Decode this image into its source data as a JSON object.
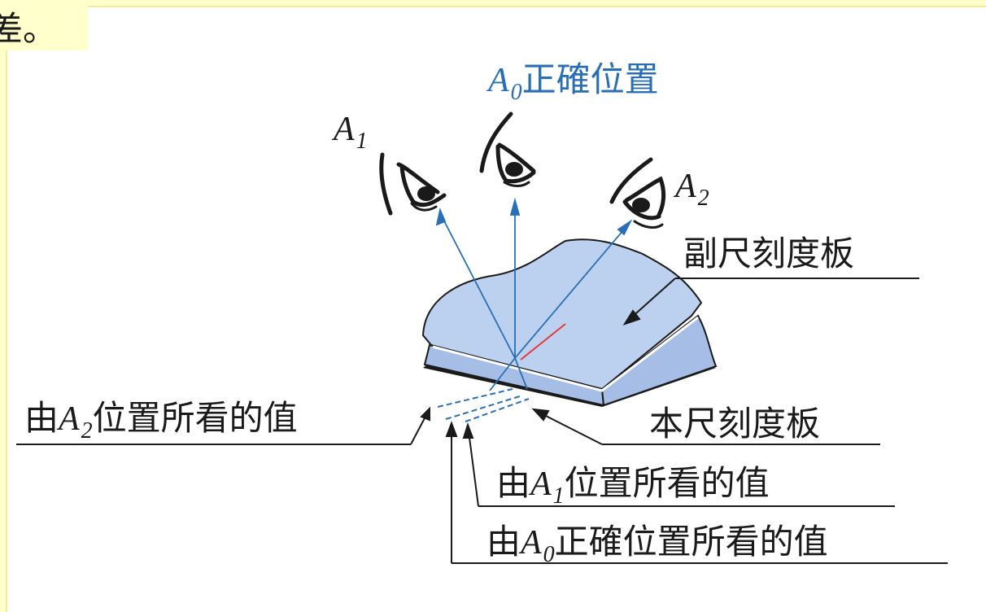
{
  "header": {
    "caption_fragment": "差。"
  },
  "eyes": {
    "a1": {
      "letter": "A",
      "sub": "1"
    },
    "a2": {
      "letter": "A",
      "sub": "2"
    },
    "a0": {
      "letter": "A",
      "sub": "0",
      "text": "正確位置"
    }
  },
  "parts": {
    "vernier": "副尺刻度板",
    "main": "本尺刻度板"
  },
  "readings": {
    "from_a2": {
      "pre": "由",
      "letter": "A",
      "sub": "2",
      "post": "位置所看的值"
    },
    "from_a1": {
      "pre": "由",
      "letter": "A",
      "sub": "1",
      "post": "位置所看的值"
    },
    "from_a0": {
      "pre": "由",
      "letter": "A",
      "sub": "0",
      "post": "正確位置所看的值"
    }
  },
  "colors": {
    "frame": "#ffffcc",
    "frame_edge": "#ffd54a",
    "ray": "#2a6fb6",
    "plate_top": "#bcd0f0",
    "plate_side": "#a6bde6",
    "mark": "#e53935",
    "ink": "#1a1a1a"
  }
}
